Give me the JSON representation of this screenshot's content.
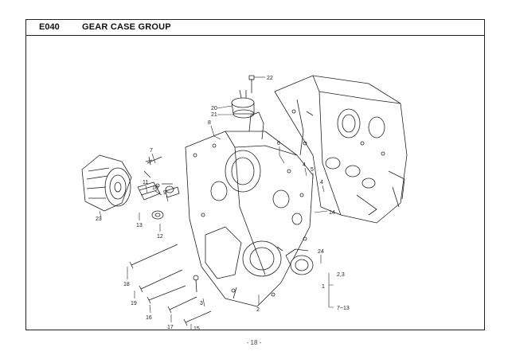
{
  "header": {
    "code": "E040",
    "title": "GEAR CASE GROUP"
  },
  "callouts": [
    "22",
    "20",
    "21",
    "8",
    "6",
    "7",
    "4",
    "5",
    "4",
    "11",
    "10",
    "9",
    "14",
    "23",
    "13",
    "12",
    "24",
    "18",
    "19",
    "16",
    "17",
    "15",
    "3",
    "2"
  ],
  "legend": {
    "root": "1",
    "top": "2,3",
    "bottom": "7~13"
  },
  "footer": {
    "page": "- 18 -"
  }
}
